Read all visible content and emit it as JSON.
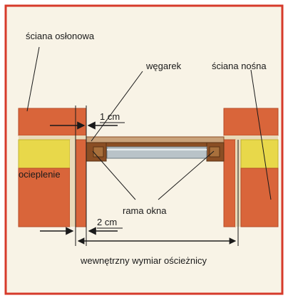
{
  "diagram": {
    "colors": {
      "background": "#f8f3e6",
      "border": "#d63a2a",
      "brick": "#d9653a",
      "brick_dark": "#b64a25",
      "insulation": "#e8d84a",
      "mortar": "#e9d9b8",
      "frame_wood": "#8a4e24",
      "glass": "#b9c3c8"
    },
    "labels": {
      "curtain_wall": "ściana osłonowa",
      "rebate": "węgarek",
      "load_bearing_wall": "ściana nośna",
      "one_cm": "1 cm",
      "insulation": "ocieplenie",
      "two_cm": "2 cm",
      "window_frame": "rama okna",
      "inner_dimension": "wewnętrzny wymiar ościeżnicy"
    }
  }
}
